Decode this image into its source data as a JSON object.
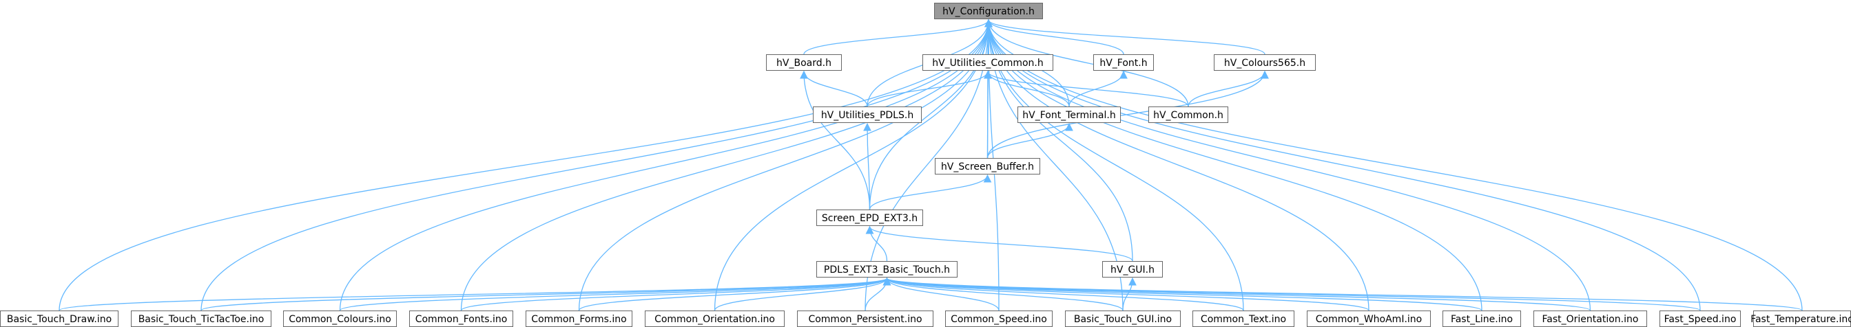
{
  "diagram": {
    "nodes": [
      {
        "id": "hv_configuration_h",
        "label": "hV_Configuration.h",
        "root": true
      },
      {
        "id": "hv_board_h",
        "label": "hV_Board.h"
      },
      {
        "id": "hv_utilities_common_h",
        "label": "hV_Utilities_Common.h"
      },
      {
        "id": "hv_font_h",
        "label": "hV_Font.h"
      },
      {
        "id": "hv_colours565_h",
        "label": "hV_Colours565.h"
      },
      {
        "id": "hv_utilities_pdls_h",
        "label": "hV_Utilities_PDLS.h"
      },
      {
        "id": "hv_font_terminal_h",
        "label": "hV_Font_Terminal.h"
      },
      {
        "id": "hv_common_h",
        "label": "hV_Common.h"
      },
      {
        "id": "hv_screen_buffer_h",
        "label": "hV_Screen_Buffer.h"
      },
      {
        "id": "screen_epd_ext3_h",
        "label": "Screen_EPD_EXT3.h"
      },
      {
        "id": "hv_gui_h",
        "label": "hV_GUI.h"
      },
      {
        "id": "pdls_ext3_basic_touch_h",
        "label": "PDLS_EXT3_Basic_Touch.h"
      },
      {
        "id": "basic_touch_draw_ino",
        "label": "Basic_Touch_Draw.ino"
      },
      {
        "id": "basic_touch_tictactoe_ino",
        "label": "Basic_Touch_TicTacToe.ino"
      },
      {
        "id": "common_colours_ino",
        "label": "Common_Colours.ino"
      },
      {
        "id": "common_fonts_ino",
        "label": "Common_Fonts.ino"
      },
      {
        "id": "common_forms_ino",
        "label": "Common_Forms.ino"
      },
      {
        "id": "common_orientation_ino",
        "label": "Common_Orientation.ino"
      },
      {
        "id": "common_persistent_ino",
        "label": "Common_Persistent.ino"
      },
      {
        "id": "common_speed_ino",
        "label": "Common_Speed.ino"
      },
      {
        "id": "basic_touch_gui_ino",
        "label": "Basic_Touch_GUI.ino"
      },
      {
        "id": "common_text_ino",
        "label": "Common_Text.ino"
      },
      {
        "id": "common_whoami_ino",
        "label": "Common_WhoAmI.ino"
      },
      {
        "id": "fast_line_ino",
        "label": "Fast_Line.ino"
      },
      {
        "id": "fast_orientation_ino",
        "label": "Fast_Orientation.ino"
      },
      {
        "id": "fast_speed_ino",
        "label": "Fast_Speed.ino"
      },
      {
        "id": "fast_temperature_ino",
        "label": "Fast_Temperature.ino"
      }
    ],
    "edges": [
      [
        "hv_board_h",
        "hv_configuration_h"
      ],
      [
        "hv_utilities_common_h",
        "hv_configuration_h"
      ],
      [
        "hv_font_h",
        "hv_configuration_h"
      ],
      [
        "hv_colours565_h",
        "hv_configuration_h"
      ],
      [
        "hv_utilities_pdls_h",
        "hv_configuration_h"
      ],
      [
        "hv_font_terminal_h",
        "hv_configuration_h"
      ],
      [
        "hv_common_h",
        "hv_configuration_h"
      ],
      [
        "hv_screen_buffer_h",
        "hv_configuration_h"
      ],
      [
        "screen_epd_ext3_h",
        "hv_configuration_h"
      ],
      [
        "hv_gui_h",
        "hv_configuration_h"
      ],
      [
        "basic_touch_draw_ino",
        "hv_configuration_h"
      ],
      [
        "basic_touch_tictactoe_ino",
        "hv_configuration_h"
      ],
      [
        "common_colours_ino",
        "hv_configuration_h"
      ],
      [
        "common_fonts_ino",
        "hv_configuration_h"
      ],
      [
        "common_forms_ino",
        "hv_configuration_h"
      ],
      [
        "common_orientation_ino",
        "hv_configuration_h"
      ],
      [
        "common_persistent_ino",
        "hv_configuration_h"
      ],
      [
        "common_speed_ino",
        "hv_configuration_h"
      ],
      [
        "basic_touch_gui_ino",
        "hv_configuration_h"
      ],
      [
        "common_text_ino",
        "hv_configuration_h"
      ],
      [
        "common_whoami_ino",
        "hv_configuration_h"
      ],
      [
        "fast_line_ino",
        "hv_configuration_h"
      ],
      [
        "fast_orientation_ino",
        "hv_configuration_h"
      ],
      [
        "fast_speed_ino",
        "hv_configuration_h"
      ],
      [
        "fast_temperature_ino",
        "hv_configuration_h"
      ],
      [
        "hv_utilities_pdls_h",
        "hv_board_h"
      ],
      [
        "screen_epd_ext3_h",
        "hv_board_h"
      ],
      [
        "hv_utilities_pdls_h",
        "hv_utilities_common_h"
      ],
      [
        "hv_font_terminal_h",
        "hv_utilities_common_h"
      ],
      [
        "hv_common_h",
        "hv_utilities_common_h"
      ],
      [
        "hv_screen_buffer_h",
        "hv_utilities_common_h"
      ],
      [
        "hv_font_terminal_h",
        "hv_font_h"
      ],
      [
        "hv_common_h",
        "hv_colours565_h"
      ],
      [
        "hv_screen_buffer_h",
        "hv_colours565_h"
      ],
      [
        "screen_epd_ext3_h",
        "hv_utilities_pdls_h"
      ],
      [
        "hv_screen_buffer_h",
        "hv_font_terminal_h"
      ],
      [
        "screen_epd_ext3_h",
        "hv_screen_buffer_h"
      ],
      [
        "pdls_ext3_basic_touch_h",
        "screen_epd_ext3_h"
      ],
      [
        "hv_gui_h",
        "screen_epd_ext3_h"
      ],
      [
        "basic_touch_gui_ino",
        "hv_gui_h"
      ],
      [
        "basic_touch_draw_ino",
        "pdls_ext3_basic_touch_h"
      ],
      [
        "basic_touch_tictactoe_ino",
        "pdls_ext3_basic_touch_h"
      ],
      [
        "common_colours_ino",
        "pdls_ext3_basic_touch_h"
      ],
      [
        "common_fonts_ino",
        "pdls_ext3_basic_touch_h"
      ],
      [
        "common_forms_ino",
        "pdls_ext3_basic_touch_h"
      ],
      [
        "common_orientation_ino",
        "pdls_ext3_basic_touch_h"
      ],
      [
        "common_persistent_ino",
        "pdls_ext3_basic_touch_h"
      ],
      [
        "common_speed_ino",
        "pdls_ext3_basic_touch_h"
      ],
      [
        "basic_touch_gui_ino",
        "pdls_ext3_basic_touch_h"
      ],
      [
        "common_text_ino",
        "pdls_ext3_basic_touch_h"
      ],
      [
        "common_whoami_ino",
        "pdls_ext3_basic_touch_h"
      ],
      [
        "fast_line_ino",
        "pdls_ext3_basic_touch_h"
      ],
      [
        "fast_orientation_ino",
        "pdls_ext3_basic_touch_h"
      ],
      [
        "fast_speed_ino",
        "pdls_ext3_basic_touch_h"
      ],
      [
        "fast_temperature_ino",
        "pdls_ext3_basic_touch_h"
      ]
    ],
    "colors": {
      "edge": "#63b8ff",
      "root_fill": "#999999",
      "node_border": "#666666"
    }
  }
}
